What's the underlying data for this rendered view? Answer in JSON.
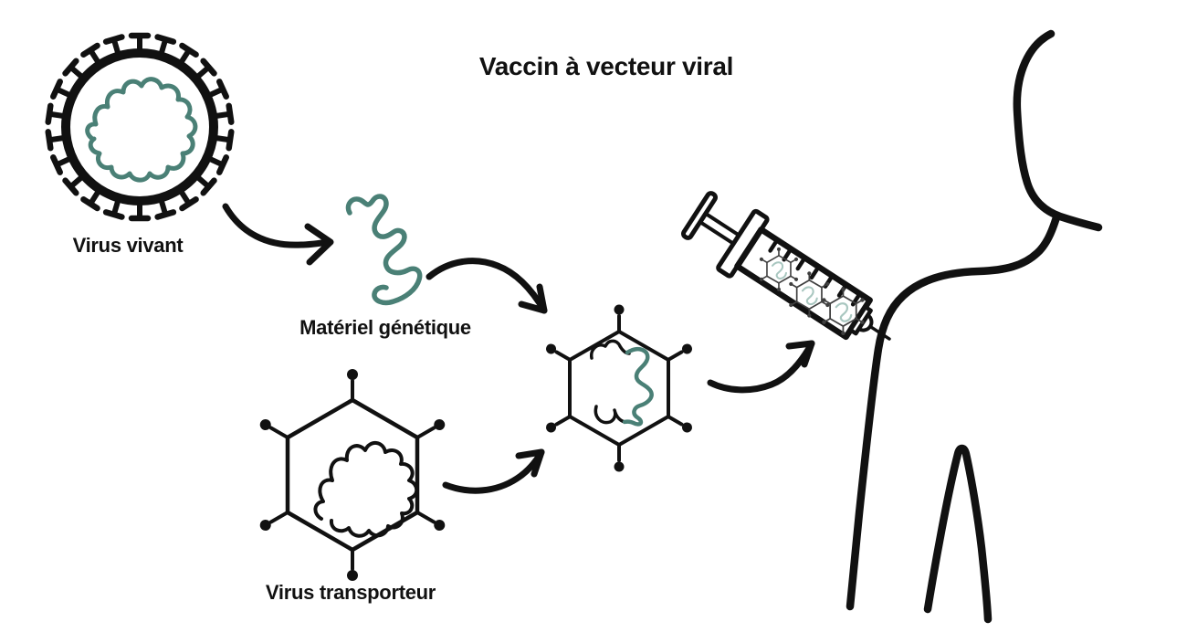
{
  "title": "Vaccin à vecteur viral",
  "labels": {
    "live_virus": "Virus vivant",
    "genetic_material": "Matériel génétique",
    "carrier_virus": "Virus transporteur"
  },
  "colors": {
    "ink": "#111111",
    "genetic_teal": "#4a8076",
    "syringe_teal": "#a9c7c0",
    "mini_outline": "#3f3f3f",
    "background": "#ffffff"
  }
}
